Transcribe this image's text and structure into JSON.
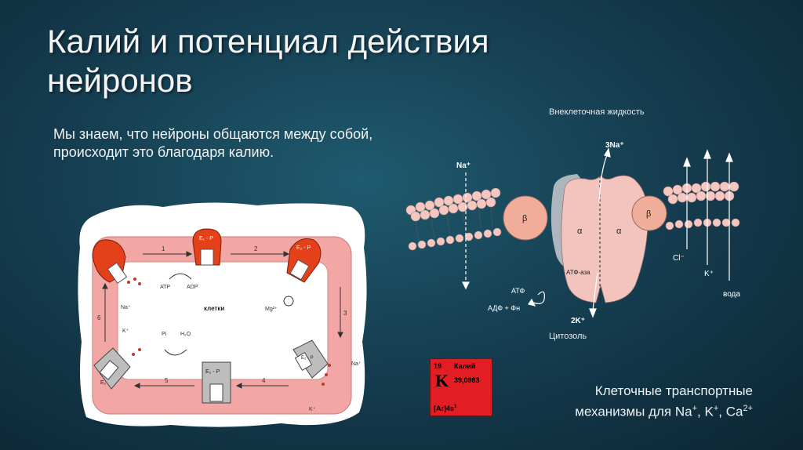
{
  "slide": {
    "title": "Калий и потенциал действия нейронов",
    "intro": "Мы знаем, что нейроны общаются между собой, происходит это благодаря калию."
  },
  "cycle_diagram": {
    "center_label": "клетки",
    "states": [
      "E₁ - P",
      "E₂ - P",
      "E₂ - P",
      "E₂"
    ],
    "arrow_numbers": [
      "1",
      "2",
      "3",
      "4",
      "5",
      "6"
    ],
    "atp": "ATP",
    "adp": "ADP",
    "pi": "Pi",
    "h2o": "H₂O",
    "na": "Na⁺",
    "k": "K⁺",
    "mg": "Mg²⁺",
    "na_out": "Na⁺",
    "k_out": "K⁺"
  },
  "pump_diagram": {
    "extracellular": "Внеклеточная жидкость",
    "cytosol": "Цитозоль",
    "na3": "3Na⁺",
    "na": "Na⁺",
    "k2": "2K⁺",
    "beta": "β",
    "alpha": "α",
    "atf_site": "АТФ-аза",
    "atf": "АТФ",
    "adf": "АДФ + Фн",
    "cl": "Cl⁻",
    "k": "K⁺",
    "water": "вода"
  },
  "element": {
    "number": "19",
    "name": "Калий",
    "symbol": "K",
    "mass": "39,0983",
    "config": "[Ar]4s",
    "config_sup": "1"
  },
  "caption": {
    "line1": "Клеточные транспортные",
    "line2_prefix": "механизмы для Na",
    "plus1": "+",
    "sep1": ", K",
    "plus2": "+",
    "sep2": ", Ca",
    "charge2": "2+"
  }
}
